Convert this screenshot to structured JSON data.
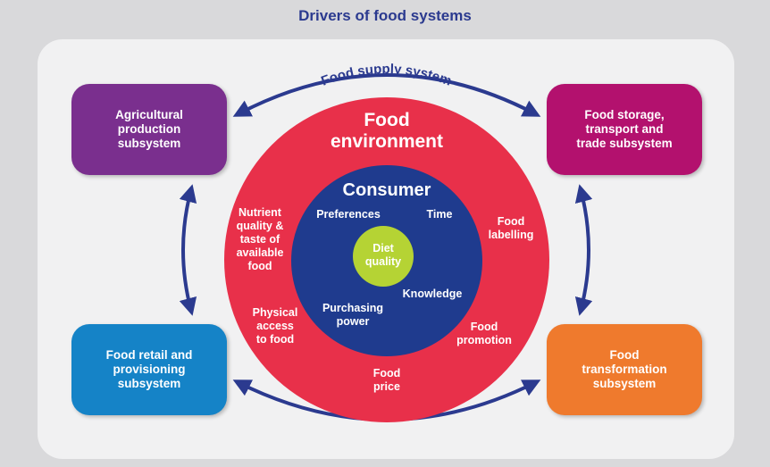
{
  "title": "Drivers of food systems",
  "supply_system_label": "Food supply system",
  "subsystems": {
    "agricultural": "Agricultural\nproduction\nsubsystem",
    "storage": "Food storage,\ntransport and\ntrade subsystem",
    "retail": "Food retail and\nprovisioning\nsubsystem",
    "transformation": "Food\ntransformation\nsubsystem"
  },
  "food_environment": {
    "title": "Food\nenvironment",
    "factors": {
      "nutrient": "Nutrient\nquality &\ntaste of\navailable\nfood",
      "labelling": "Food\nlabelling",
      "physical": "Physical\naccess\nto food",
      "promotion": "Food\npromotion",
      "price": "Food\nprice"
    }
  },
  "consumer": {
    "title": "Consumer",
    "factors": {
      "preferences": "Preferences",
      "time": "Time",
      "knowledge": "Knowledge",
      "purchasing": "Purchasing\npower"
    }
  },
  "diet_quality": "Diet\nquality",
  "colors": {
    "navy": "#2b3a8f",
    "red": "#e8304a",
    "consumer_blue": "#1f3b8e",
    "lime": "#b5d334"
  }
}
